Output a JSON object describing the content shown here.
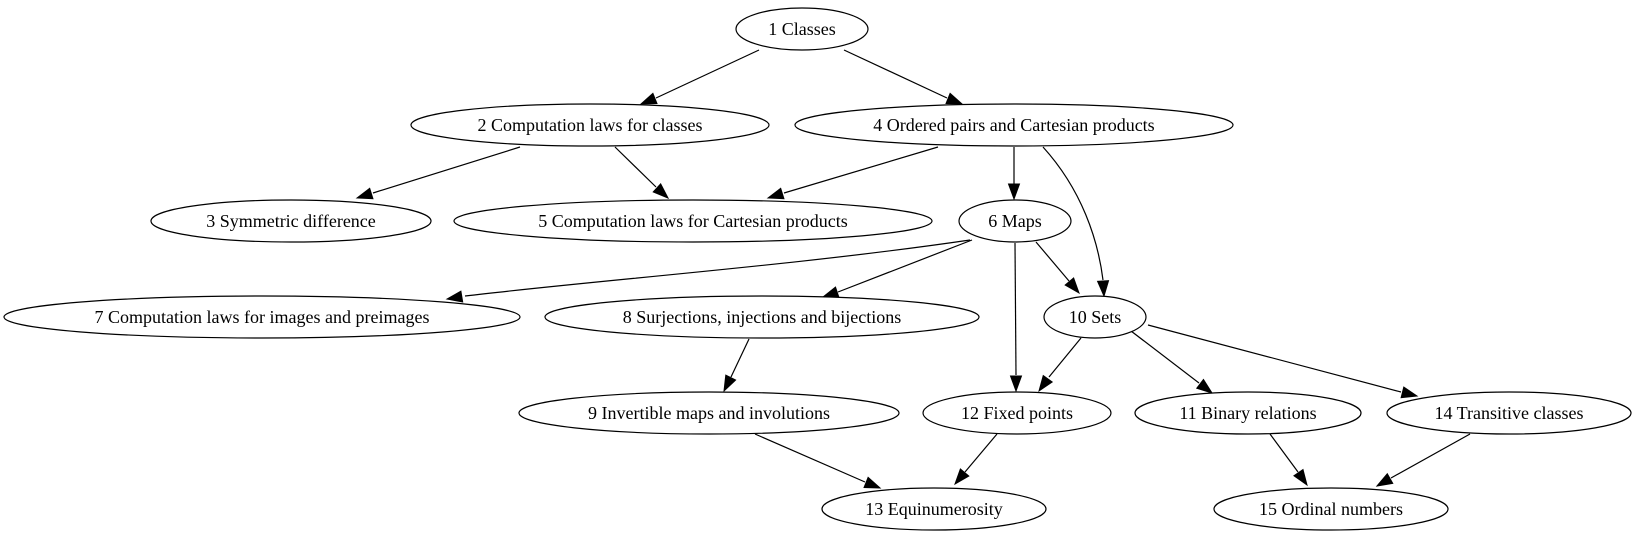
{
  "graph": {
    "nodes": [
      {
        "id": "n1",
        "label": "1 Classes"
      },
      {
        "id": "n2",
        "label": "2 Computation laws for classes"
      },
      {
        "id": "n3",
        "label": "3 Symmetric difference"
      },
      {
        "id": "n4",
        "label": "4 Ordered pairs and Cartesian products"
      },
      {
        "id": "n5",
        "label": "5 Computation laws for Cartesian products"
      },
      {
        "id": "n6",
        "label": "6 Maps"
      },
      {
        "id": "n7",
        "label": "7 Computation laws for images and preimages"
      },
      {
        "id": "n8",
        "label": "8 Surjections, injections and bijections"
      },
      {
        "id": "n9",
        "label": "9 Invertible maps and involutions"
      },
      {
        "id": "n10",
        "label": "10 Sets"
      },
      {
        "id": "n11",
        "label": "11 Binary relations"
      },
      {
        "id": "n12",
        "label": "12 Fixed points"
      },
      {
        "id": "n13",
        "label": "13 Equinumerosity"
      },
      {
        "id": "n14",
        "label": "14 Transitive classes"
      },
      {
        "id": "n15",
        "label": "15 Ordinal numbers"
      }
    ],
    "edges": [
      {
        "from": "n1",
        "to": "n2"
      },
      {
        "from": "n1",
        "to": "n4"
      },
      {
        "from": "n2",
        "to": "n3"
      },
      {
        "from": "n2",
        "to": "n5"
      },
      {
        "from": "n4",
        "to": "n5"
      },
      {
        "from": "n4",
        "to": "n6"
      },
      {
        "from": "n4",
        "to": "n10"
      },
      {
        "from": "n6",
        "to": "n7"
      },
      {
        "from": "n6",
        "to": "n8"
      },
      {
        "from": "n6",
        "to": "n10"
      },
      {
        "from": "n6",
        "to": "n12"
      },
      {
        "from": "n8",
        "to": "n9"
      },
      {
        "from": "n10",
        "to": "n12"
      },
      {
        "from": "n10",
        "to": "n11"
      },
      {
        "from": "n10",
        "to": "n14"
      },
      {
        "from": "n9",
        "to": "n13"
      },
      {
        "from": "n12",
        "to": "n13"
      },
      {
        "from": "n11",
        "to": "n15"
      },
      {
        "from": "n14",
        "to": "n15"
      }
    ]
  }
}
